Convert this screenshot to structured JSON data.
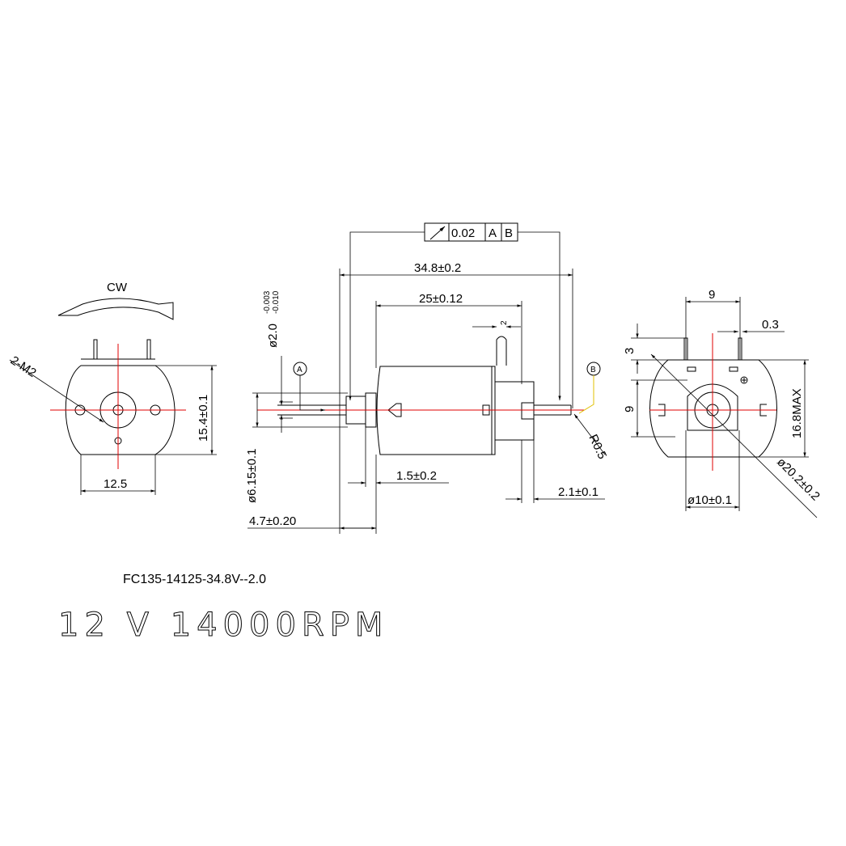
{
  "labels": {
    "rotation": "CW",
    "thread": "2-M2",
    "height_left": "15.4±0.1",
    "width_left": "12.5",
    "runout_tol": "0.02",
    "datum_a": "A",
    "datum_b": "B",
    "overall_length": "34.8±0.2",
    "body_length": "25±0.12",
    "shaft_dia": "ø2.0",
    "shaft_tol_upper": "-0.003",
    "shaft_tol_lower": "-0.010",
    "terminal_width": "2",
    "bearing_dia": "ø6.15±0.1",
    "boss_thickness": "1.5±0.2",
    "shaft_front": "4.7±0.20",
    "rear_boss": "2.1±0.1",
    "radius": "R0.5",
    "term_spacing": "9",
    "term_thickness": "0.3",
    "term_height": "3",
    "center_height": "9",
    "max_height": "16.8MAX",
    "body_dia": "ø20.2±0.2",
    "rear_dia": "ø10±0.1",
    "model": "FC135-14125-34.8V--2.0",
    "rating": "12 V 14000RPM"
  },
  "colors": {
    "line": "#000000",
    "centerline": "#e00000",
    "leader": "#e0c000"
  }
}
